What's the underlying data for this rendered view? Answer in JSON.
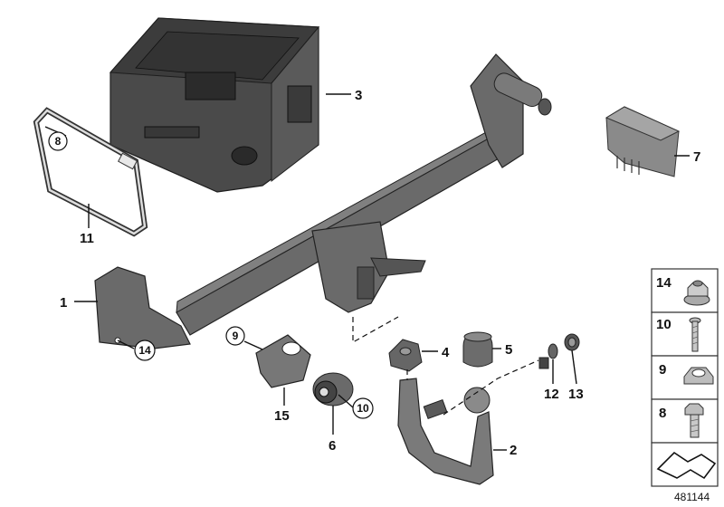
{
  "callouts": {
    "c1": "1",
    "c2": "2",
    "c3": "3",
    "c4": "4",
    "c5": "5",
    "c6": "6",
    "c7": "7",
    "c11": "11",
    "c12": "12",
    "c13": "13",
    "c15": "15"
  },
  "circled": {
    "c8": "8",
    "c9": "9",
    "c10": "10",
    "c14": "14"
  },
  "side_panel": {
    "items": [
      {
        "label": "14"
      },
      {
        "label": "10"
      },
      {
        "label": "9"
      },
      {
        "label": "8"
      }
    ]
  },
  "figure_id": "481144"
}
